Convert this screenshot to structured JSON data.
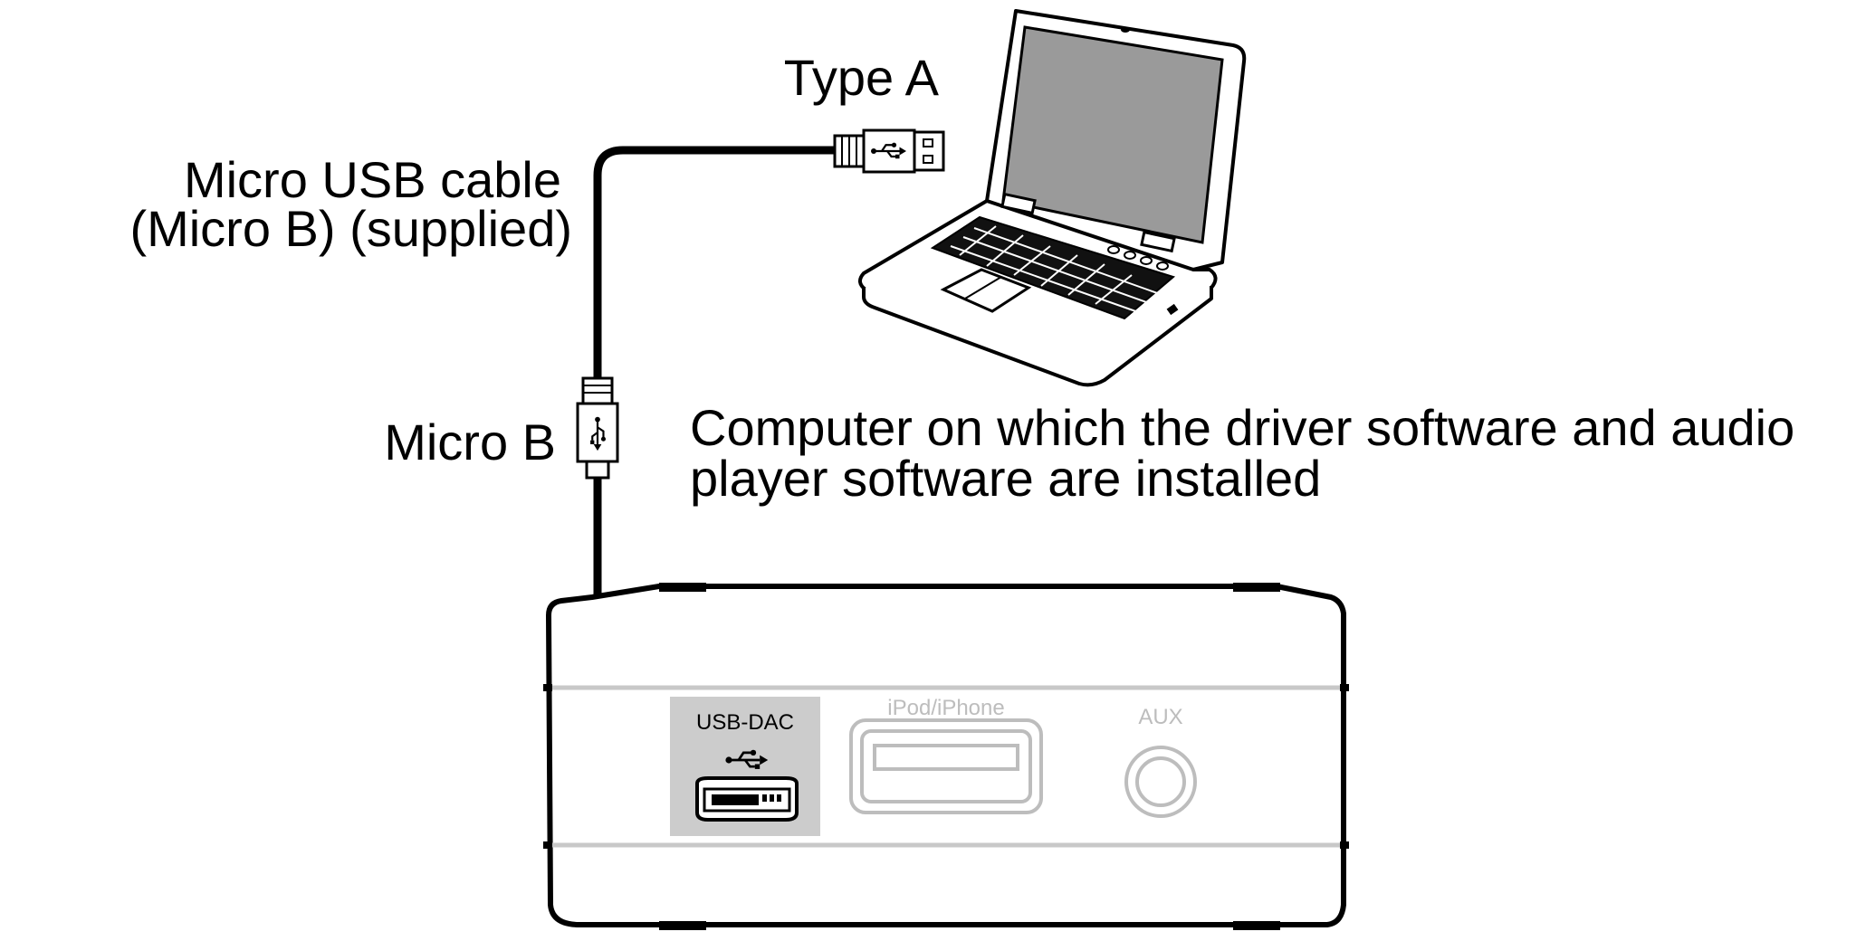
{
  "labels": {
    "type_a": "Type A",
    "micro_usb_cable_line1": "Micro USB cable",
    "micro_usb_cable_line2": "(Micro B) (supplied)",
    "micro_b": "Micro B",
    "computer_line1": "Computer on which the driver software and audio",
    "computer_line2": "player software are installed"
  },
  "panel": {
    "usb_dac": "USB-DAC",
    "ipod_iphone": "iPod/iPhone",
    "aux": "AUX"
  },
  "icons": {
    "usb_symbol": "usb-trident-icon",
    "laptop": "laptop-icon"
  },
  "colors": {
    "line": "#000000",
    "panel_grey": "#c8c8c8",
    "usb_dac_bg": "#cccccc",
    "inactive": "#bdbdbd"
  }
}
